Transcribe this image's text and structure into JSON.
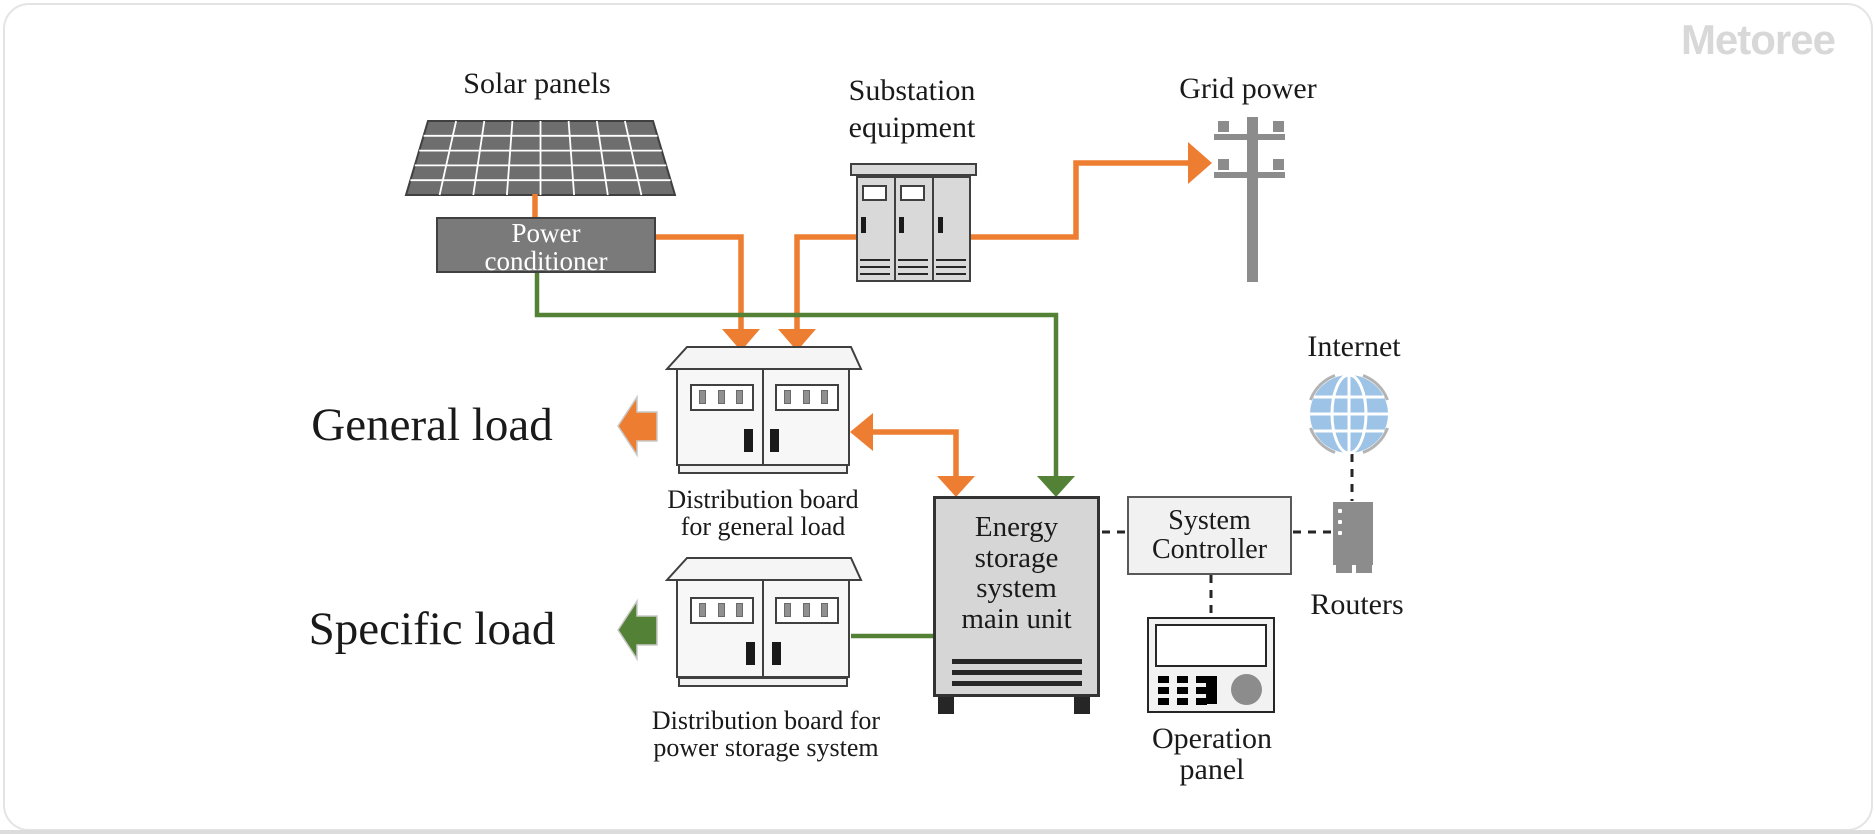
{
  "watermark": "Metoree",
  "colors": {
    "accent_orange": "#ED7D31",
    "accent_green": "#538135",
    "globe_blue": "#9DC3E6",
    "box_dark_gray": "#7a7a7a",
    "box_light_gray": "#d9d9d9",
    "watermark_gray": "#d8d8d8"
  },
  "icons": {
    "solar_panel": "solar-panel-grid",
    "substation": "cabinet-3-sections",
    "grid_power": "utility-pole",
    "distribution_board": "two-door-cabinet",
    "internet": "globe",
    "router": "router-tower",
    "operation_panel": "keypad-device"
  },
  "nodes": {
    "solar_panels": {
      "label": "Solar panels"
    },
    "power_conditioner": {
      "lines": [
        "Power",
        "conditioner"
      ]
    },
    "substation_equipment": {
      "lines": [
        "Substation",
        "equipment"
      ]
    },
    "grid_power": {
      "label": "Grid power"
    },
    "general_load": {
      "label": "General load"
    },
    "specific_load": {
      "label": "Specific load"
    },
    "distribution_board_general": {
      "lines": [
        "Distribution board",
        "for general load"
      ]
    },
    "distribution_board_storage": {
      "lines": [
        "Distribution board for",
        "power storage system"
      ]
    },
    "energy_storage_unit": {
      "lines": [
        "Energy",
        "storage",
        "system",
        "main unit"
      ]
    },
    "system_controller": {
      "lines": [
        "System",
        "Controller"
      ]
    },
    "operation_panel": {
      "lines": [
        "Operation",
        "panel"
      ]
    },
    "internet": {
      "label": "Internet"
    },
    "routers": {
      "label": "Routers"
    }
  }
}
